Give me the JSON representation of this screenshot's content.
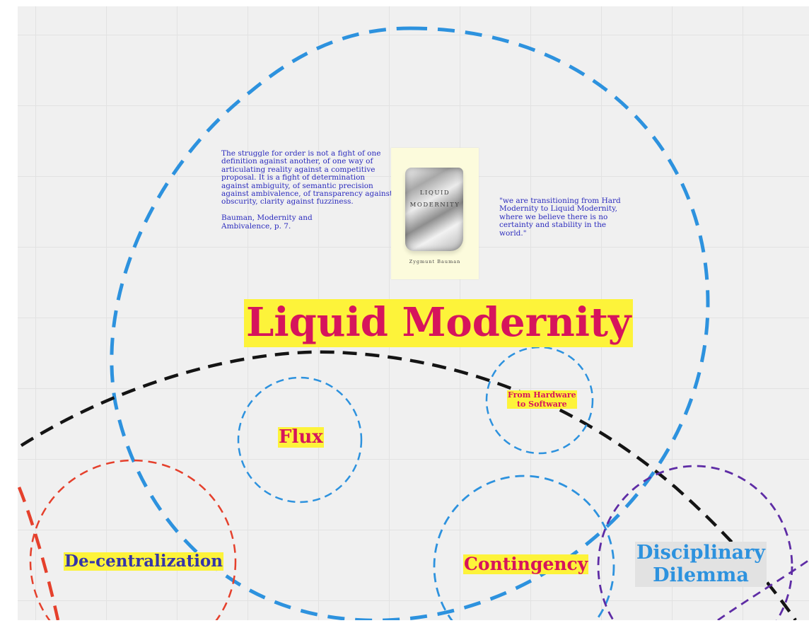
{
  "canvas": {
    "title": "Liquid Modernity",
    "quote_left": "The struggle for order is not a fight of one\ndefinition against another, of one way of\narticulating reality against a competitive\nproposal. It is a fight of determination\nagainst ambiguity, of semantic precision\nagainst ambivalence, of transparency against\nobscurity, clarity against fuzziness.\n\nBauman, Modernity and\nAmbivalence, p. 7.",
    "quote_right": "\"we are transitioning from Hard\nModernity to Liquid Modernity,\nwhere we believe there is no\ncertainty and stability in the\nworld.\"",
    "book": {
      "title_line1": "LIQUID",
      "title_line2": "MODERNITY",
      "author": "Zygmunt Bauman"
    },
    "topics": {
      "flux": "Flux",
      "hardware": "From Hardware\nto Software",
      "decentralization": "De-centralization",
      "contingency": "Contingency",
      "disciplinary": "Disciplinary\nDilemma"
    }
  },
  "colors": {
    "background": "#f0f0f0",
    "grid": "#e2e2e2",
    "title_red": "#d6145c",
    "highlight_yellow": "#fdf33a",
    "blue_dash": "#2d92de",
    "black_dash": "#141414",
    "orange_dash": "#e5402c",
    "purple_dash": "#5e2ca5",
    "quote_blue": "#2b2bbd",
    "decentral_blue": "#3535a8"
  }
}
